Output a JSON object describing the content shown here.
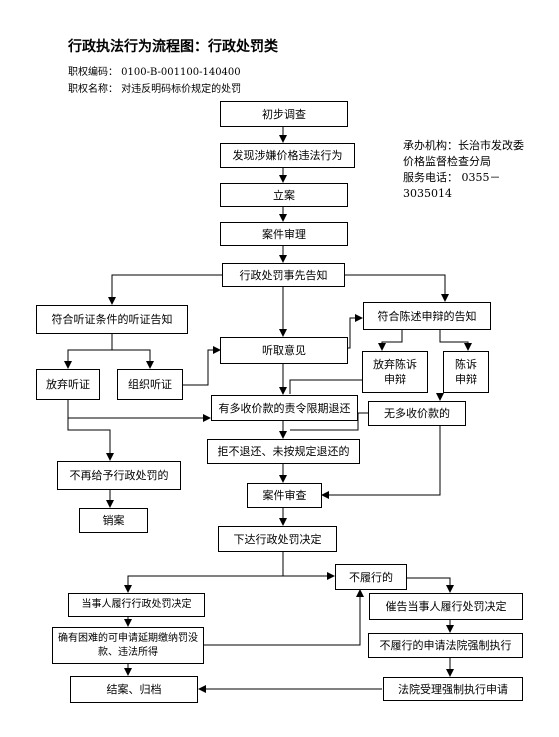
{
  "header": {
    "title": "行政执法行为流程图：行政处罚类",
    "code": "职权编码： 0100-B-001100-140400",
    "name": "职权名称： 对违反明码标价规定的处罚"
  },
  "info": {
    "agency": "承办机构：长治市发改委价格监督检查分局",
    "phone": "服务电话： 0355－3035014"
  },
  "nodes": {
    "initial_investigation": "初步调查",
    "found_violation": "发现涉嫌价格违法行为",
    "case_filing": "立案",
    "case_review": "案件审理",
    "prior_notice": "行政处罚事先告知",
    "hearing_notice": "符合听证条件的听证告知",
    "statement_notice": "符合陈述申辩的告知",
    "listen_opinions": "听取意见",
    "waive_statement": "放弃陈诉申辩",
    "make_statement": "陈诉申辩",
    "waive_hearing": "放弃听证",
    "organize_hearing": "组织听证",
    "order_refund": "有多收价款的责令限期退还",
    "no_overcharge": "无多收价款的",
    "refuse_refund": "拒不退还、未按规定退还的",
    "no_penalty": "不再给予行政处罚的",
    "case_audit": "案件审查",
    "close_case": "销案",
    "issue_decision": "下达行政处罚决定",
    "not_performed": "不履行的",
    "party_performs": "当事人履行行政处罚决定",
    "urge_party": "催告当事人履行处罚决定",
    "hardship_deferral": "确有困难的可申请延期缴纳罚没款、违法所得",
    "apply_court": "不履行的申请法院强制执行",
    "settle_archive": "结案、归档",
    "court_accepts": "法院受理强制执行申请"
  }
}
